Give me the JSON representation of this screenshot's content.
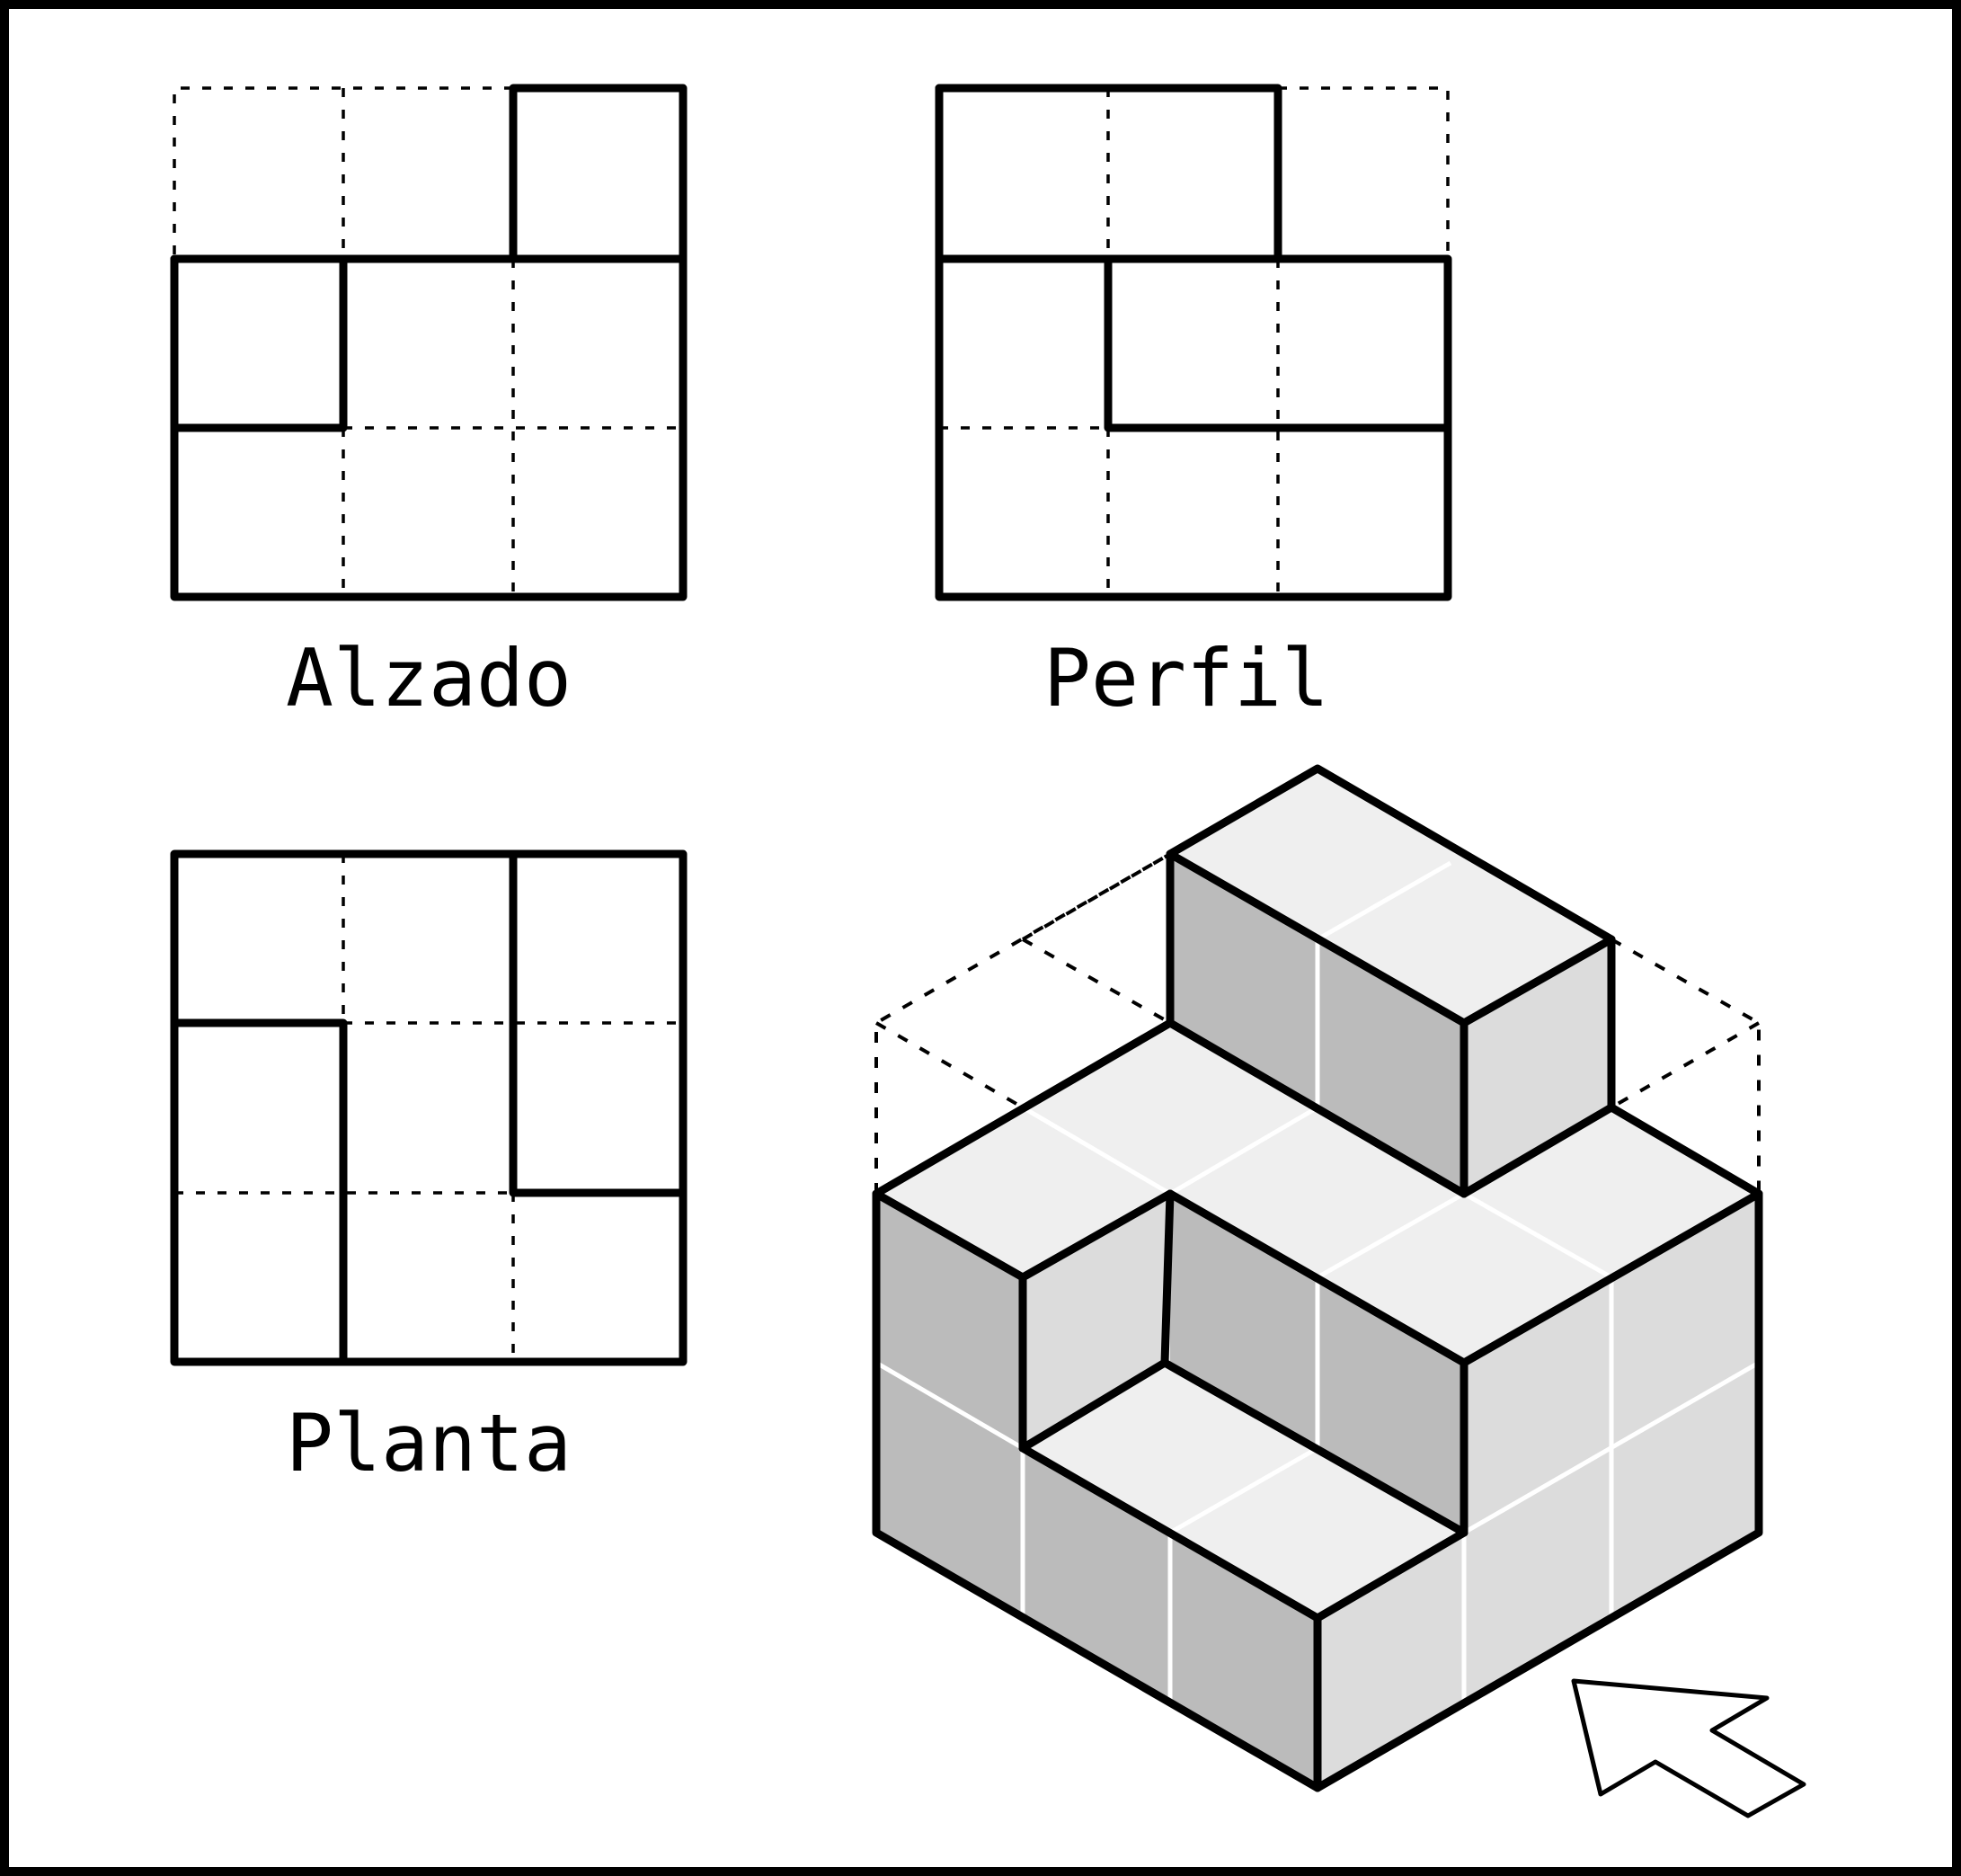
{
  "views": {
    "front_label": "Alzado",
    "side_label": "Perfil",
    "top_label": "Planta"
  },
  "colors": {
    "top_face": "#efefef",
    "right_face": "#dcdcdc",
    "left_face": "#bbbbbb",
    "ink": "#000000",
    "background": "#ffffff"
  },
  "icons": {
    "pointer": "arrow-pointer-icon"
  }
}
